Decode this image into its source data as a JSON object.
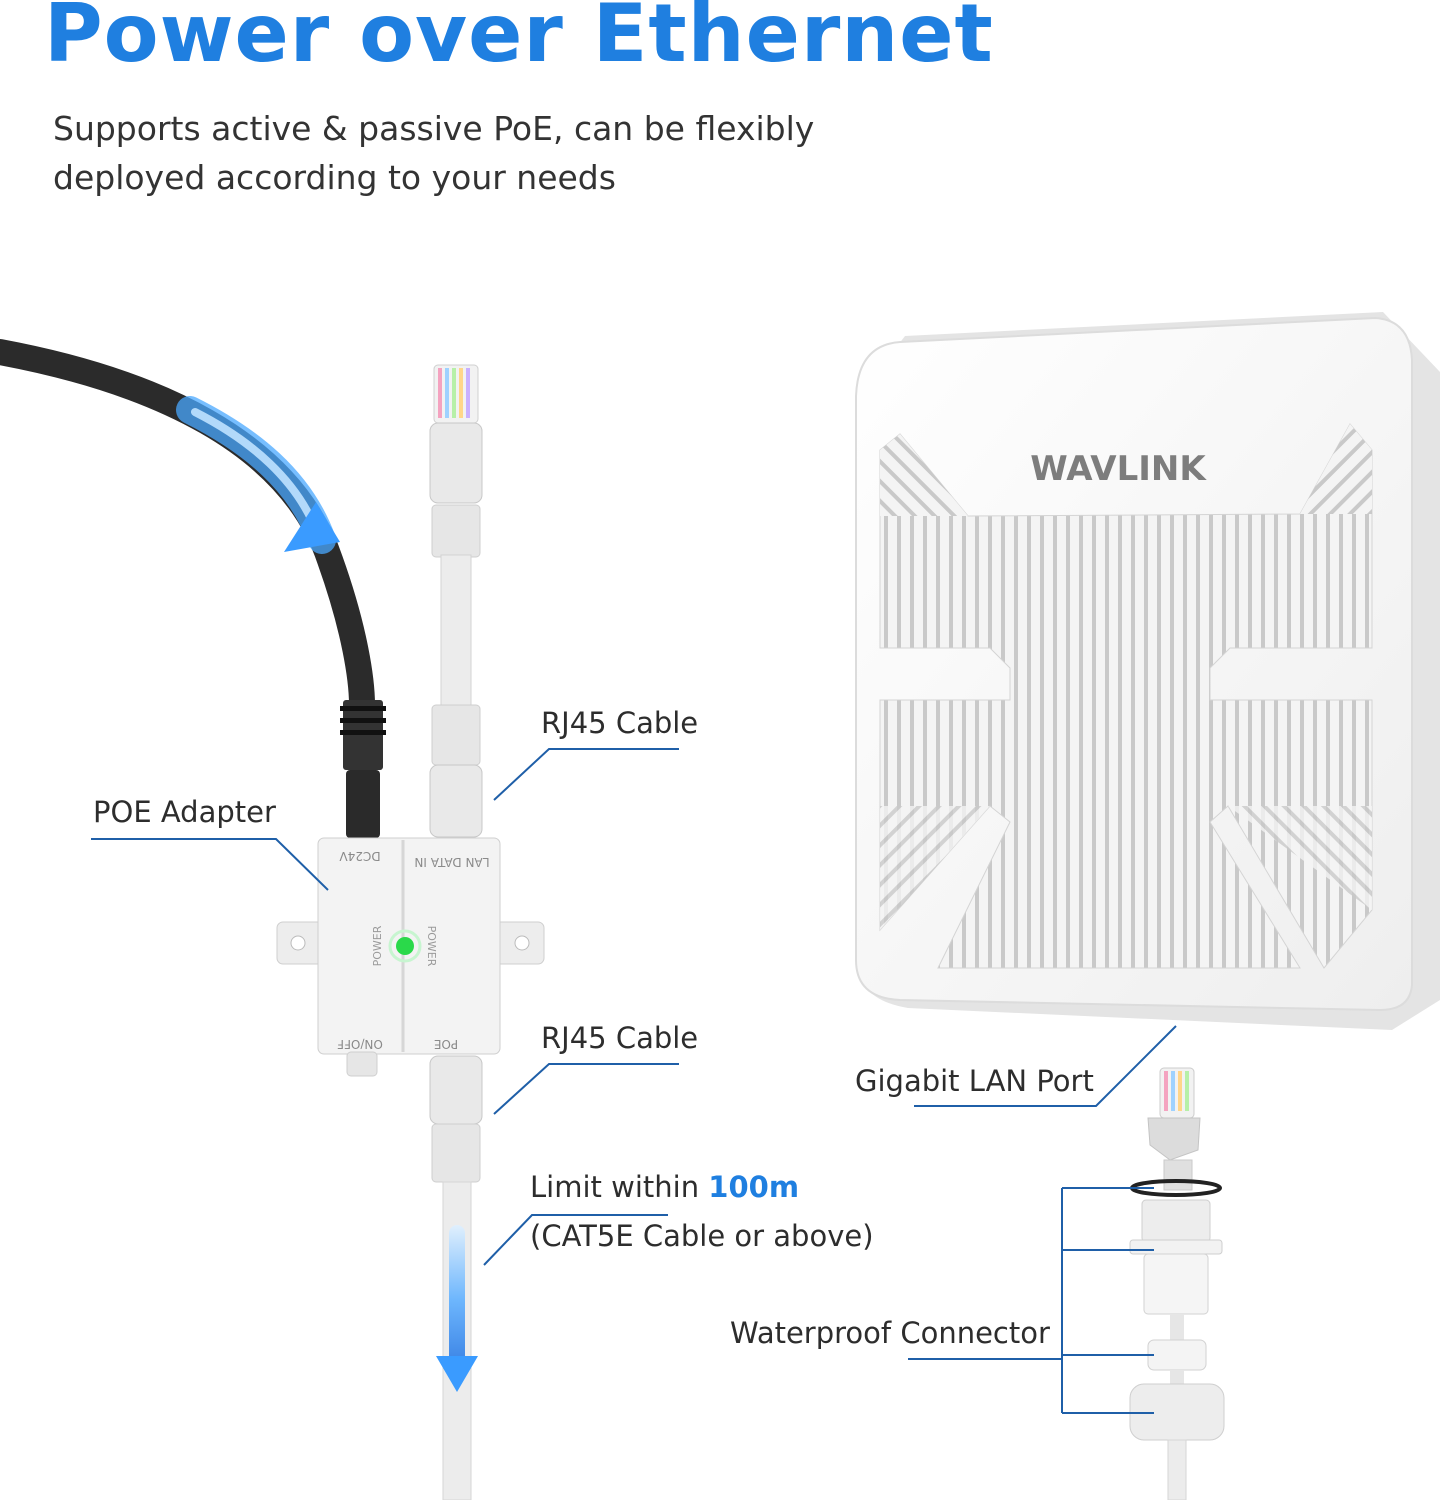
{
  "header": {
    "title": "Power over Ethernet",
    "subtitle": "Supports active & passive PoE, can be flexibly deployed according to your needs"
  },
  "labels": {
    "rj45_top": "RJ45 Cable",
    "poe_adapter": "POE Adapter",
    "rj45_bottom": "RJ45 Cable",
    "limit_prefix": "Limit within",
    "limit_value": "100m",
    "limit_note": "(CAT5E Cable or above)",
    "gigabit_port": "Gigabit LAN Port",
    "waterproof": "Waterproof Connector"
  },
  "adapter": {
    "port_dc": "DC24V",
    "port_lan": "LAN DATA IN",
    "port_onoff": "ON/OFF",
    "port_poe": "POE",
    "power_left": "POWER",
    "power_right": "POWER"
  },
  "device": {
    "brand": "WAVLINK"
  },
  "colors": {
    "accent": "#1f7fe0",
    "led": "#2ad94a",
    "leader": "#1f5fa8"
  }
}
